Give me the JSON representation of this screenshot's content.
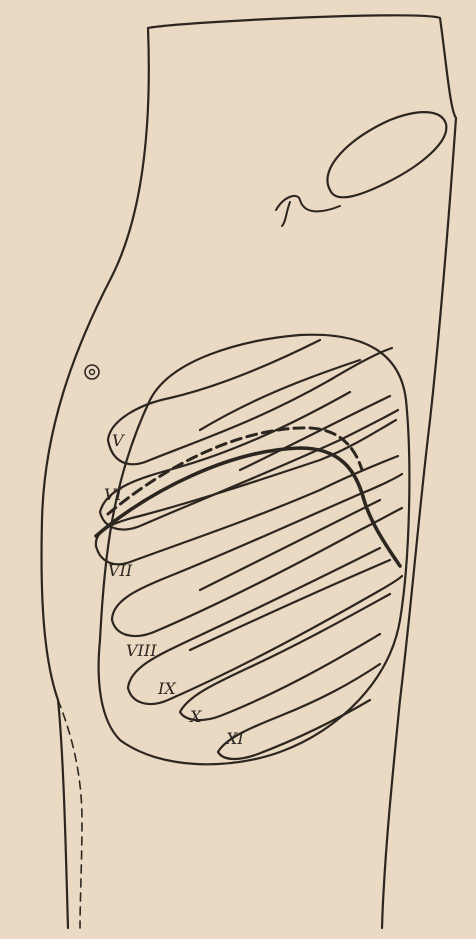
{
  "labels": {
    "rib_5": "V",
    "rib_6": "VI",
    "rib_7": "VII",
    "rib_8": "VIII",
    "rib_9": "IX",
    "rib_10": "X",
    "rib_11": "XI"
  },
  "colors": {
    "paper": "#ead9c3",
    "ink": "#2c2620"
  },
  "icons": {
    "nipple": "nipple-icon",
    "axilla": "axilla-fold-icon"
  }
}
